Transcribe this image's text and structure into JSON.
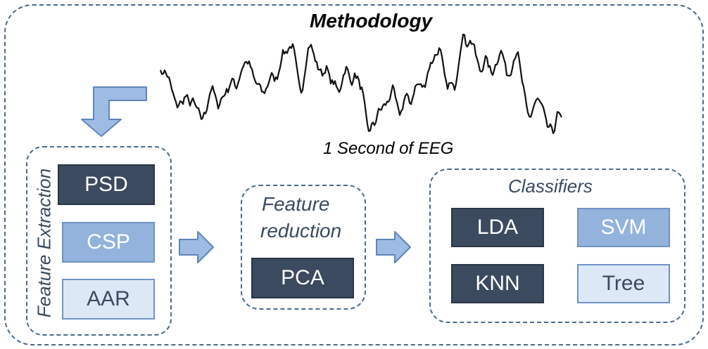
{
  "title": "Methodology",
  "signal_caption": "1 Second of EEG",
  "feature_extraction": {
    "label": "Feature Extraction",
    "items": [
      "PSD",
      "CSP",
      "AAR"
    ]
  },
  "feature_reduction": {
    "label_line1": "Feature",
    "label_line2": "reduction",
    "items": [
      "PCA"
    ]
  },
  "classifiers": {
    "label": "Classifiers",
    "items": [
      "LDA",
      "SVM",
      "KNN",
      "Tree"
    ]
  },
  "colors": {
    "dark_block": "#3b4a5e",
    "mid_block": "#93b3dd",
    "light_block": "#dde8f6",
    "arrow": "#9dbbe3",
    "dashed_border": "#4a6a8e"
  }
}
